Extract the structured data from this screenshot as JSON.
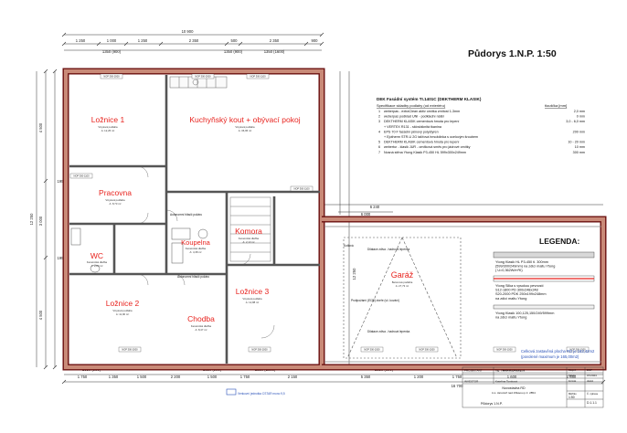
{
  "title": "Půdorys 1.N.P. 1:50",
  "overall_dims": {
    "top_total": "10 900",
    "bottom_total": "16 700",
    "left_total": "12 250",
    "right_total": "12 250",
    "mid_right_top": "6 240",
    "mid_right_bottom": "6 000"
  },
  "top_dims": [
    "1 250",
    "1 000",
    "1 250",
    "2 350",
    "500",
    "2 350",
    "900"
  ],
  "top_dims_inner": [
    "1350 (900)",
    "1350 (900)",
    "1350 (1600)"
  ],
  "bottom_dims": [
    "1 750",
    "1 350",
    "1 500",
    "2 200",
    "1 500",
    "1 750",
    "2 150",
    "5 350",
    "1 200",
    "1 750",
    "1 600",
    "1 650"
  ],
  "bottom_dims_inner": [
    "1350 (900)",
    "1350 (900)",
    "1350 (1600)",
    "1350 (600)",
    "1350 (600)"
  ],
  "left_dims": [
    "4 500",
    "195",
    "3 000",
    "195",
    "4 500"
  ],
  "rooms": [
    {
      "name": "Ložnice 1",
      "sub": "Vinylová podlaha",
      "area": "A: 12,25 m²"
    },
    {
      "name": "Kuchyňský kout + obývací pokoj",
      "sub": "Vinylová podlaha",
      "area": "A: 36,95 m²"
    },
    {
      "name": "Pracovna",
      "sub": "Vinylová podlaha",
      "area": "A: 8,73 m²"
    },
    {
      "name": "WC",
      "sub": "Keramická dlažba",
      "area": "A: 2,89 m²"
    },
    {
      "name": "Komora",
      "sub": "Keramická dlažba",
      "area": "A: 2,13 m²"
    },
    {
      "name": "Koupelna",
      "sub": "Keramická dlažba",
      "area": "A: 4,38 m²"
    },
    {
      "name": "Ložnice 2",
      "sub": "Vinylová podlaha",
      "area": "A: 11,90 m²"
    },
    {
      "name": "Chodba",
      "sub": "Keramická dlažba",
      "area": "A: 8,47 m²"
    },
    {
      "name": "Ložnice 3",
      "sub": "Vinylová podlaha",
      "area": "A: 12,88 m²"
    },
    {
      "name": "Garáž",
      "sub": "Betonová podlaha",
      "area": "A: 27,73 m²"
    }
  ],
  "dek": {
    "heading": "DEK Fasádní systém TI.1401C (DEKTHERM KLASIK)",
    "col1": "Specifikace skladby podlahy (od exteriéru)",
    "col2": "tloušťka [mm]",
    "rows": [
      {
        "n": "1",
        "text": "weberpas - extraClean aktiv  omítka zrnitost 1-3mm",
        "val": "2,0 mm"
      },
      {
        "n": "2",
        "text": "weberpas podklad UNI - podkladní nátěr",
        "val": "0 mm"
      },
      {
        "n": "3",
        "text": "DEKTHERM KLASIK cementová hmota pro lepení",
        "val": "3,0 - 6,0 mm"
      },
      {
        "n": "",
        "text": "+ VERTEX R131 - sklovláknitá tkanina",
        "val": ""
      },
      {
        "n": "4",
        "text": "EPS 70 F  fasádní pěnový polystyren",
        "val": "200 mm"
      },
      {
        "n": "",
        "text": "+ Ejotherm STR-U 2G talířová hmoždinka s ocelovým šroubem",
        "val": ""
      },
      {
        "n": "5",
        "text": "DEKTHERM KLASIK  cementová hmota pro lepení",
        "val": "10 - 20 mm"
      },
      {
        "n": "6",
        "text": "webertur - klasik JUR - omítková směs pro jádrové omítky",
        "val": "10 mm"
      },
      {
        "n": "7",
        "text": "Nosná stěna Ytong Klasik P3-450 HL 599x300x249mm",
        "val": "300 mm"
      }
    ]
  },
  "legend": {
    "title": "LEGENDA:",
    "items": [
      {
        "text": "Ytong Klasik HL P3-450     tl. 300mm\n(599/300/249mm)  na zdicí maltu Ytong\n( U=0,362W/m²K)"
      },
      {
        "text": "Ytong Silka s vysokou pevností\nS12-1800 PD 300x248x248\nS20-2000 PDK 250x199x248mm\nna zdicí maltu Ytong"
      },
      {
        "text": "Ytong Klasik 100,125,150/249/599mm\nna zdicí maltu Ytong"
      }
    ]
  },
  "area_note": {
    "line1": "Celková zastavěná plocha RD je 163,42m2",
    "line2": "(povolené maximum je 165,00m2)"
  },
  "annotations": {
    "garage_wall1": "Dilatace zdiva - hadrová lepenka",
    "garage_wall2": "Dilatace zdiva - hadrová lepenka",
    "ac_unit": "Venkovní jednotka CSTAR mono 9,5",
    "boiler": "Kotlová",
    "fire_note": "Protipožární (EI30) dveře (vč. kování)",
    "bedroom_door": "Autonomní hlásič požáru",
    "chodba_note": "Autonomní hlásič požáru"
  },
  "title_block": {
    "r1a": "PROJEKTANT",
    "r1b": "Ing. Vlastimila Hrychová",
    "r2a": "INVESTOR",
    "r2b": "Kateřina Tomková",
    "project": "Novostavba RD",
    "location": "k.ú. Jaroměř nad Jihlavou p.č. 2854",
    "drawing": "Půdorys 1.N.P.",
    "scale_label": "Měřítko",
    "scale": "1:50",
    "format_label": "Formát",
    "format": "4xA4",
    "num_label": "Č. výkresu",
    "num": "D.1.1.1",
    "date_label": "Datum",
    "date": "07/2024",
    "stage_label": "Stupeň",
    "stage": "DSP"
  },
  "window_tags": [
    "NOP 300-2000",
    "NOP 300-1100",
    "NOP 300-2000",
    "NOP 300-1100",
    "NOP 300-1100",
    "NOP 300-2000",
    "NOP 300-2000",
    "NOP 300-1500",
    "NOP 300-1500",
    "NOP 300-1500",
    "NOP 300-1500"
  ]
}
